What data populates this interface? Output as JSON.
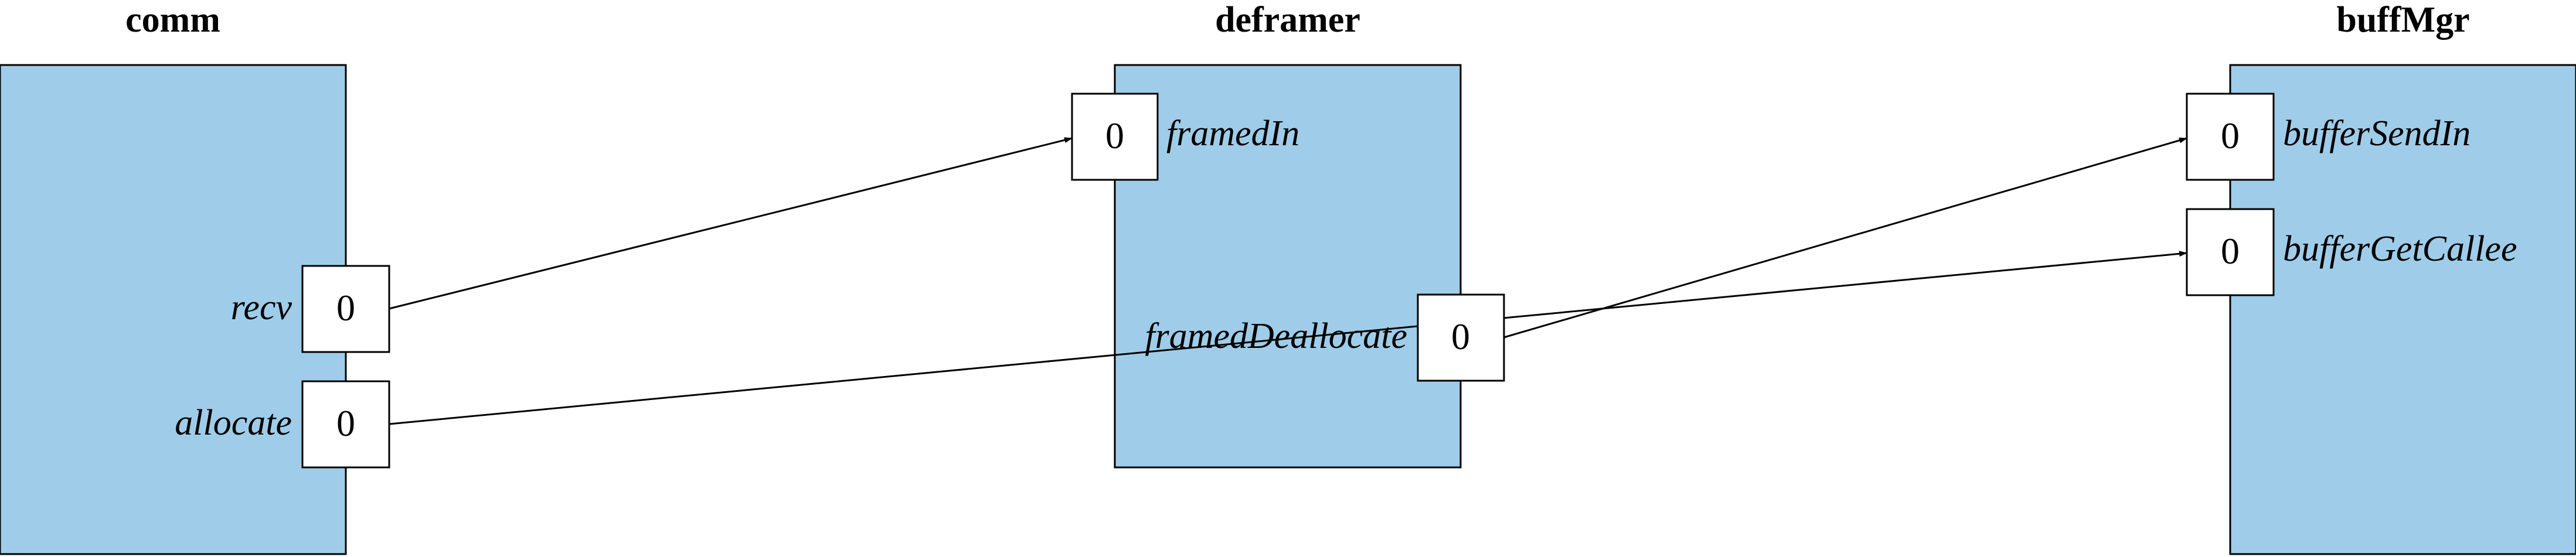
{
  "colors": {
    "component_fill": "#9fcde9",
    "port_fill": "#ffffff",
    "stroke": "#000000"
  },
  "components": {
    "comm": {
      "title": "comm",
      "ports": {
        "recv": {
          "label": "recv",
          "number": "0"
        },
        "allocate": {
          "label": "allocate",
          "number": "0"
        }
      }
    },
    "deframer": {
      "title": "deframer",
      "ports": {
        "framedIn": {
          "label": "framedIn",
          "number": "0"
        },
        "framedDeallocate": {
          "label": "framedDeallocate",
          "number": "0"
        }
      }
    },
    "buffMgr": {
      "title": "buffMgr",
      "ports": {
        "bufferSendIn": {
          "label": "bufferSendIn",
          "number": "0"
        },
        "bufferGetCallee": {
          "label": "bufferGetCallee",
          "number": "0"
        }
      }
    }
  },
  "connections": [
    {
      "from": "comm.recv",
      "to": "deframer.framedIn"
    },
    {
      "from": "comm.allocate",
      "to": "buffMgr.bufferGetCallee"
    },
    {
      "from": "deframer.framedDeallocate",
      "to": "buffMgr.bufferSendIn"
    }
  ]
}
